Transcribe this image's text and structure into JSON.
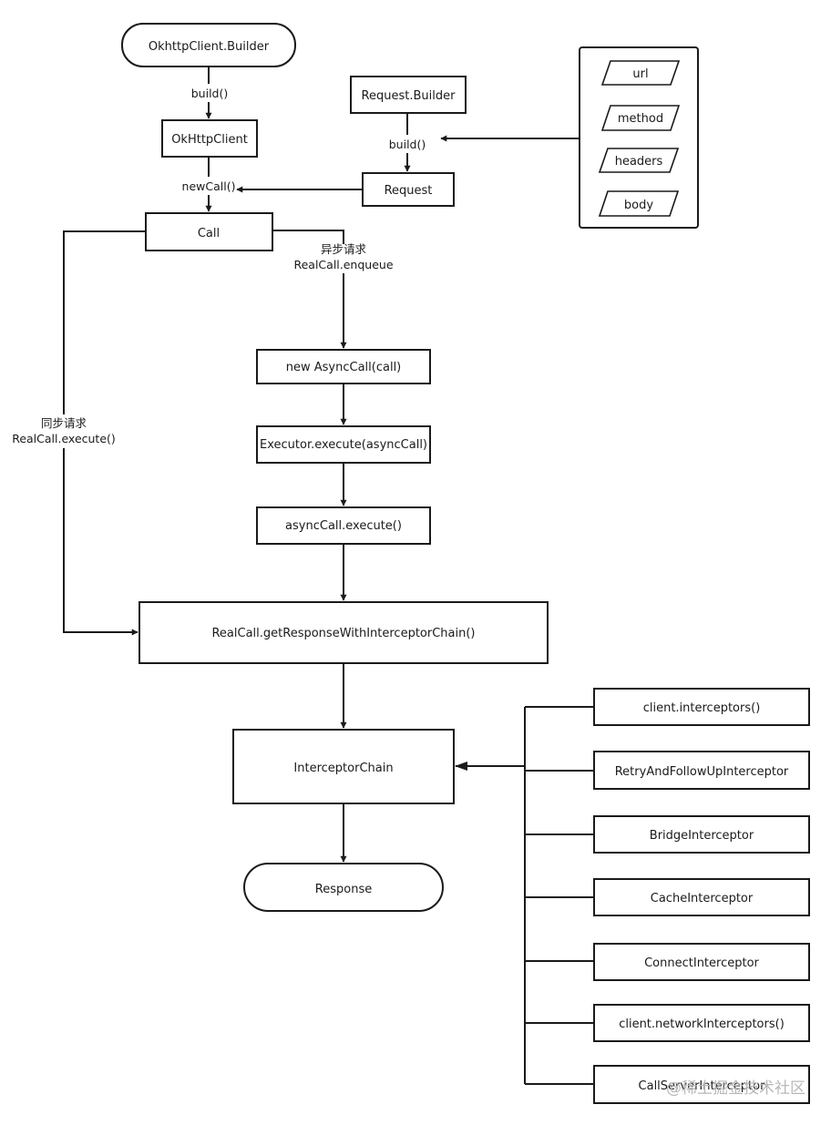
{
  "nodes": {
    "okhttp_builder": "OkhttpClient.Builder",
    "okhttp_client": "OkHttpClient",
    "call": "Call",
    "request_builder": "Request.Builder",
    "request": "Request",
    "param_url": "url",
    "param_method": "method",
    "param_headers": "headers",
    "param_body": "body",
    "new_async_call": "new AsyncCall(call)",
    "executor_execute": "Executor.execute(asyncCall)",
    "async_execute": "asyncCall.execute()",
    "get_response": "RealCall.getResponseWithInterceptorChain()",
    "interceptor_chain": "InterceptorChain",
    "response": "Response"
  },
  "interceptors": [
    "client.interceptors()",
    "RetryAndFollowUpInterceptor",
    "BridgeInterceptor",
    "CacheInterceptor",
    "ConnectInterceptor",
    "client.networkInterceptors()",
    "CallServerInterceptor"
  ],
  "edge_labels": {
    "build_client": "build()",
    "build_request": "build()",
    "new_call": "newCall()",
    "async_line1": "异步请求",
    "async_line2": "RealCall.enqueue",
    "sync_line1": "同步请求",
    "sync_line2": "RealCall.execute()"
  },
  "watermark": "@稀土掘金技术社区"
}
